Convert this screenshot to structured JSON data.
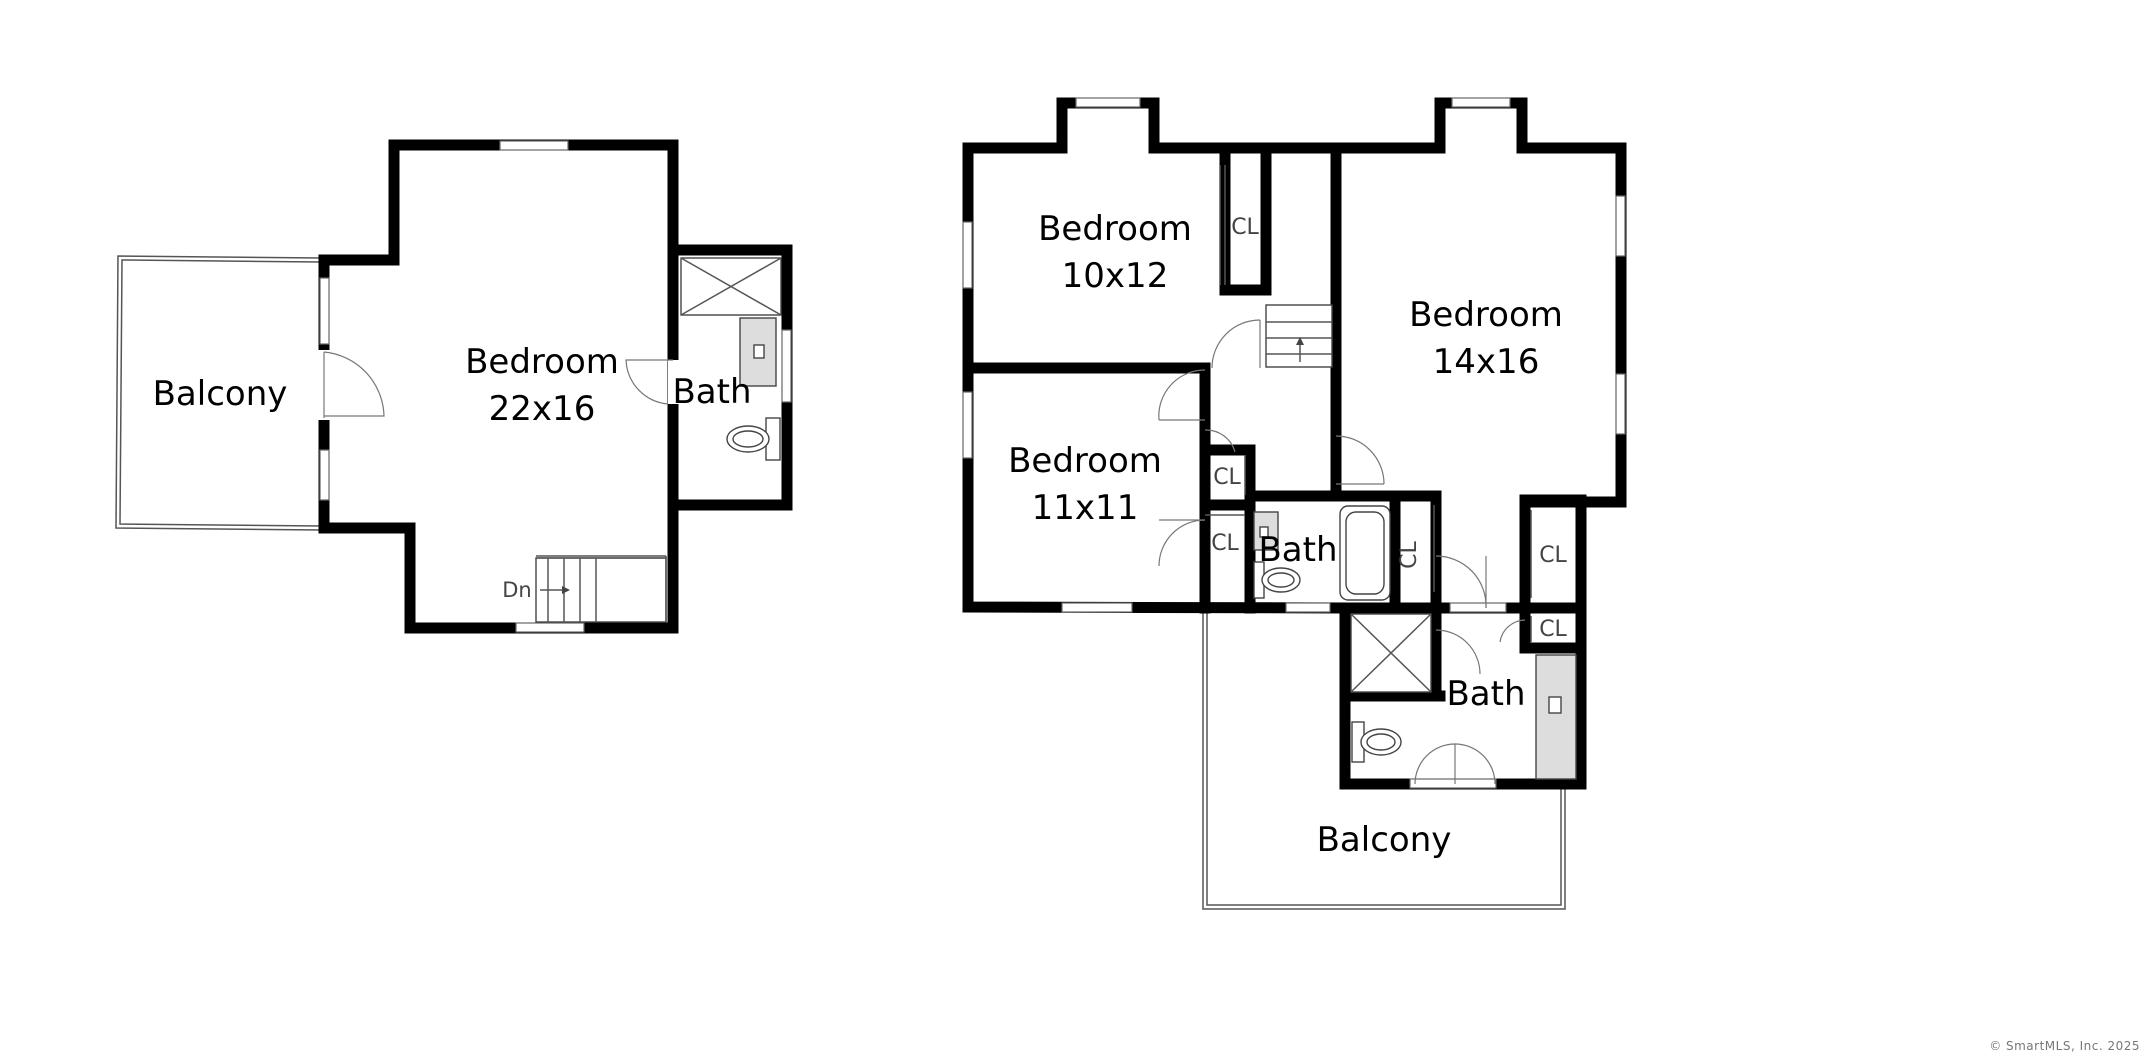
{
  "plan_left": {
    "balcony": "Balcony",
    "bedroom_name": "Bedroom",
    "bedroom_size": "22x16",
    "bath": "Bath",
    "stairs": "Dn"
  },
  "plan_right": {
    "bedroom_a_name": "Bedroom",
    "bedroom_a_size": "10x12",
    "bedroom_b_name": "Bedroom",
    "bedroom_b_size": "14x16",
    "bedroom_c_name": "Bedroom",
    "bedroom_c_size": "11x11",
    "bath_hall": "Bath",
    "bath_master": "Bath",
    "balcony": "Balcony",
    "closets": [
      "CL",
      "CL",
      "CL",
      "CL",
      "CL",
      "CL"
    ]
  },
  "copyright": "© SmartMLS, Inc.  2025"
}
